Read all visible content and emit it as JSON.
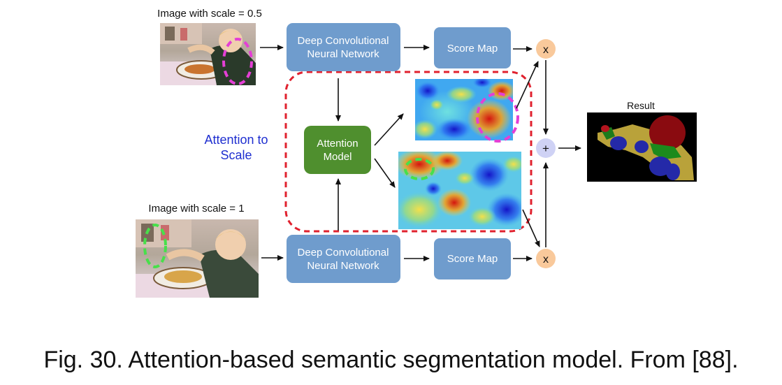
{
  "labels": {
    "image_top": "Image with scale = 0.5",
    "image_bottom": "Image with scale = 1",
    "attention_to_scale_line1": "Attention to",
    "attention_to_scale_line2": "Scale",
    "result": "Result"
  },
  "nodes": {
    "dcnn_top_line1": "Deep Convolutional",
    "dcnn_top_line2": "Neural Network",
    "dcnn_bottom_line1": "Deep Convolutional",
    "dcnn_bottom_line2": "Neural Network",
    "score_map_top": "Score Map",
    "score_map_bottom": "Score Map",
    "attention_model_line1": "Attention",
    "attention_model_line2": "Model",
    "multiply_top": "x",
    "multiply_bottom": "x",
    "sum": "+"
  },
  "caption": "Fig. 30. Attention-based semantic segmentation model. From [88].",
  "colors": {
    "dcnn_fill": "#6f9ccd",
    "attention_fill": "#4f8f2e",
    "multiply_fill": "#f9c99b",
    "sum_fill": "#cfd2f5",
    "dashed_region": "#e0212e",
    "attention_text": "#1f2fd0",
    "highlight_magenta": "#e43fd5",
    "highlight_green": "#47e04a"
  }
}
